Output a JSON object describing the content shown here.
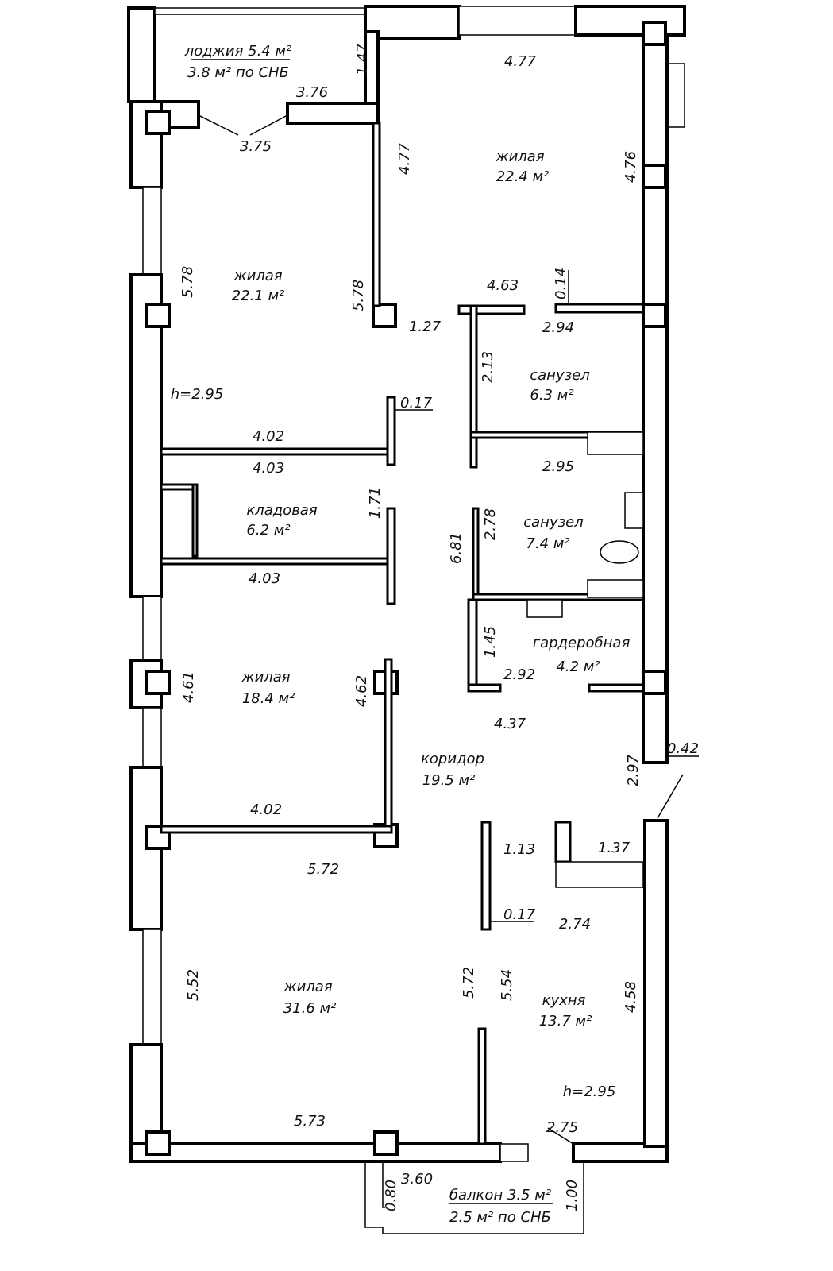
{
  "rooms": {
    "loggia": {
      "name": "лоджия 5.4 м²",
      "area": "3.8 м² по СНБ"
    },
    "living1": {
      "name": "жилая",
      "area": "22.1 м²"
    },
    "living2": {
      "name": "жилая",
      "area": "22.4 м²"
    },
    "bath1": {
      "name": "санузел",
      "area": "6.3 м²"
    },
    "storage": {
      "name": "кладовая",
      "area": "6.2 м²"
    },
    "bath2": {
      "name": "санузел",
      "area": "7.4 м²"
    },
    "wardrobe": {
      "name": "гардеробная",
      "area": "4.2 м²"
    },
    "living3": {
      "name": "жилая",
      "area": "18.4 м²"
    },
    "corridor": {
      "name": "коридор",
      "area": "19.5 м²"
    },
    "kitchen": {
      "name": "кухня",
      "area": "13.7 м²"
    },
    "living4": {
      "name": "жилая",
      "area": "31.6 м²"
    },
    "balcony": {
      "name": "балкон 3.5 м²",
      "area": "2.5 м² по СНБ"
    }
  },
  "ceiling_heights": [
    "h=2.95",
    "h=2.95"
  ],
  "dimensions": [
    "1.47",
    "4.77",
    "3.76",
    "3.75",
    "4.77",
    "4.76",
    "5.78",
    "5.78",
    "4.63",
    "0.14",
    "1.27",
    "2.94",
    "0.17",
    "2.13",
    "4.02",
    "4.03",
    "2.95",
    "1.71",
    "2.78",
    "6.81",
    "4.03",
    "1.45",
    "2.92",
    "4.61",
    "4.62",
    "4.37",
    "0.42",
    "2.97",
    "4.02",
    "5.72",
    "1.13",
    "1.37",
    "0.17",
    "2.74",
    "5.52",
    "5.72",
    "5.54",
    "4.58",
    "5.73",
    "2.75",
    "3.60",
    "0.80",
    "1.00"
  ]
}
